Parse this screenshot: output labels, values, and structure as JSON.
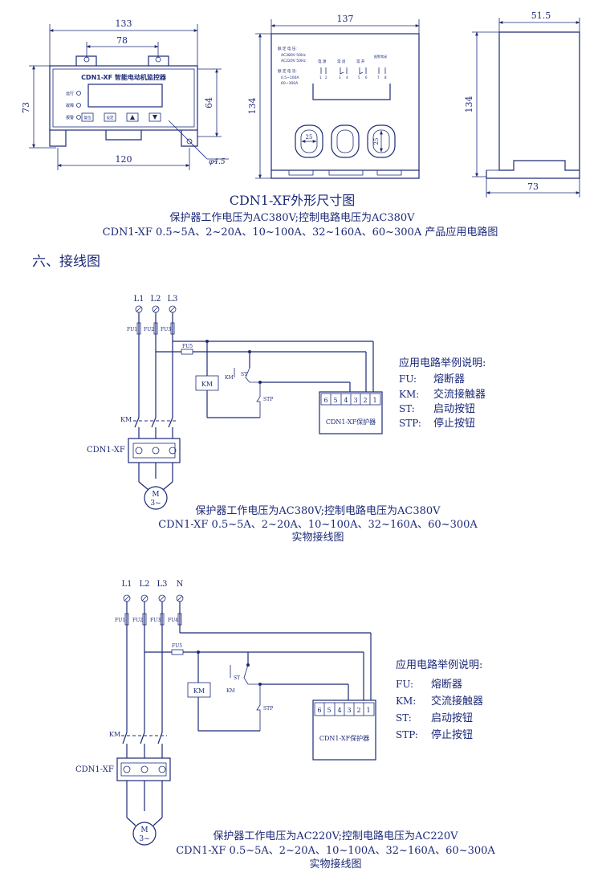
{
  "dimensions": {
    "front_width": "133",
    "front_inner_width": "78",
    "front_height": "73",
    "front_inner_height": "64",
    "front_base_width": "120",
    "hole": "φ4.5",
    "back_width": "137",
    "back_height": "134",
    "side_width": "51.5",
    "side_height": "134",
    "side_base": "73",
    "slot": "25"
  },
  "device": {
    "front_title": "CDN1-XF 智能电动机监控器",
    "indicators": [
      "运行",
      "故障",
      "报警"
    ],
    "buttons": [
      "复位",
      "设定"
    ],
    "back_labels": [
      "额 定 电 压:",
      "AC380V 50Hz",
      "AC220V 50Hz",
      "额 定 电 流:",
      "0.5~100A",
      "60~300A"
    ],
    "back_terminal_heads": [
      "电 源",
      "常 闭",
      "常 开",
      "报警常闭"
    ],
    "back_terminal_numbers": [
      "1",
      "2",
      "3",
      "4",
      "5",
      "6",
      "7",
      "8"
    ]
  },
  "heading": {
    "title": "CDN1-XF外形尺寸图",
    "line1": "保护器工作电压为AC380V;控制电路电压为AC380V",
    "line2": "CDN1-XF 0.5~5A、2~20A、10~100A、32~160A、60~300A  产品应用电路图"
  },
  "section_title": "六、接线图",
  "diagram1": {
    "phases": [
      "L1",
      "L2",
      "L3"
    ],
    "fuses": [
      "FU1",
      "FU2",
      "FU3"
    ],
    "fu5": "FU5",
    "km": "KM",
    "st": "ST",
    "stp": "STP",
    "terminals": [
      "6",
      "5",
      "4",
      "3",
      "2",
      "1"
    ],
    "protector": "CDN1-XF保护器",
    "device_label": "CDN1-XF",
    "motor": [
      "M",
      "3~"
    ],
    "caption": [
      "保护器工作电压为AC380V;控制电路电压为AC380V",
      "CDN1-XF 0.5~5A、2~20A、10~100A、32~160A、60~300A",
      "实物接线图"
    ]
  },
  "diagram2": {
    "phases": [
      "L1",
      "L2",
      "L3",
      "N"
    ],
    "fuses": [
      "FU1",
      "FU2",
      "FU3",
      "FU4"
    ],
    "fu5": "FU5",
    "km": "KM",
    "st": "ST",
    "stp": "STP",
    "terminals": [
      "6",
      "5",
      "4",
      "3",
      "2",
      "1"
    ],
    "protector": "CDN1-XF保护器",
    "device_label": "CDN1-XF",
    "motor": [
      "M",
      "3~"
    ],
    "caption": [
      "保护器工作电压为AC220V;控制电路电压为AC220V",
      "CDN1-XF 0.5~5A、2~20A、10~100A、32~160A、60~300A",
      "实物接线图"
    ]
  },
  "legend": {
    "title": "应用电路举例说明:",
    "items": [
      {
        "code": "FU:",
        "desc": "熔断器"
      },
      {
        "code": "KM:",
        "desc": "交流接触器"
      },
      {
        "code": "ST:",
        "desc": "启动按钮"
      },
      {
        "code": "STP:",
        "desc": "停止按钮"
      }
    ]
  }
}
